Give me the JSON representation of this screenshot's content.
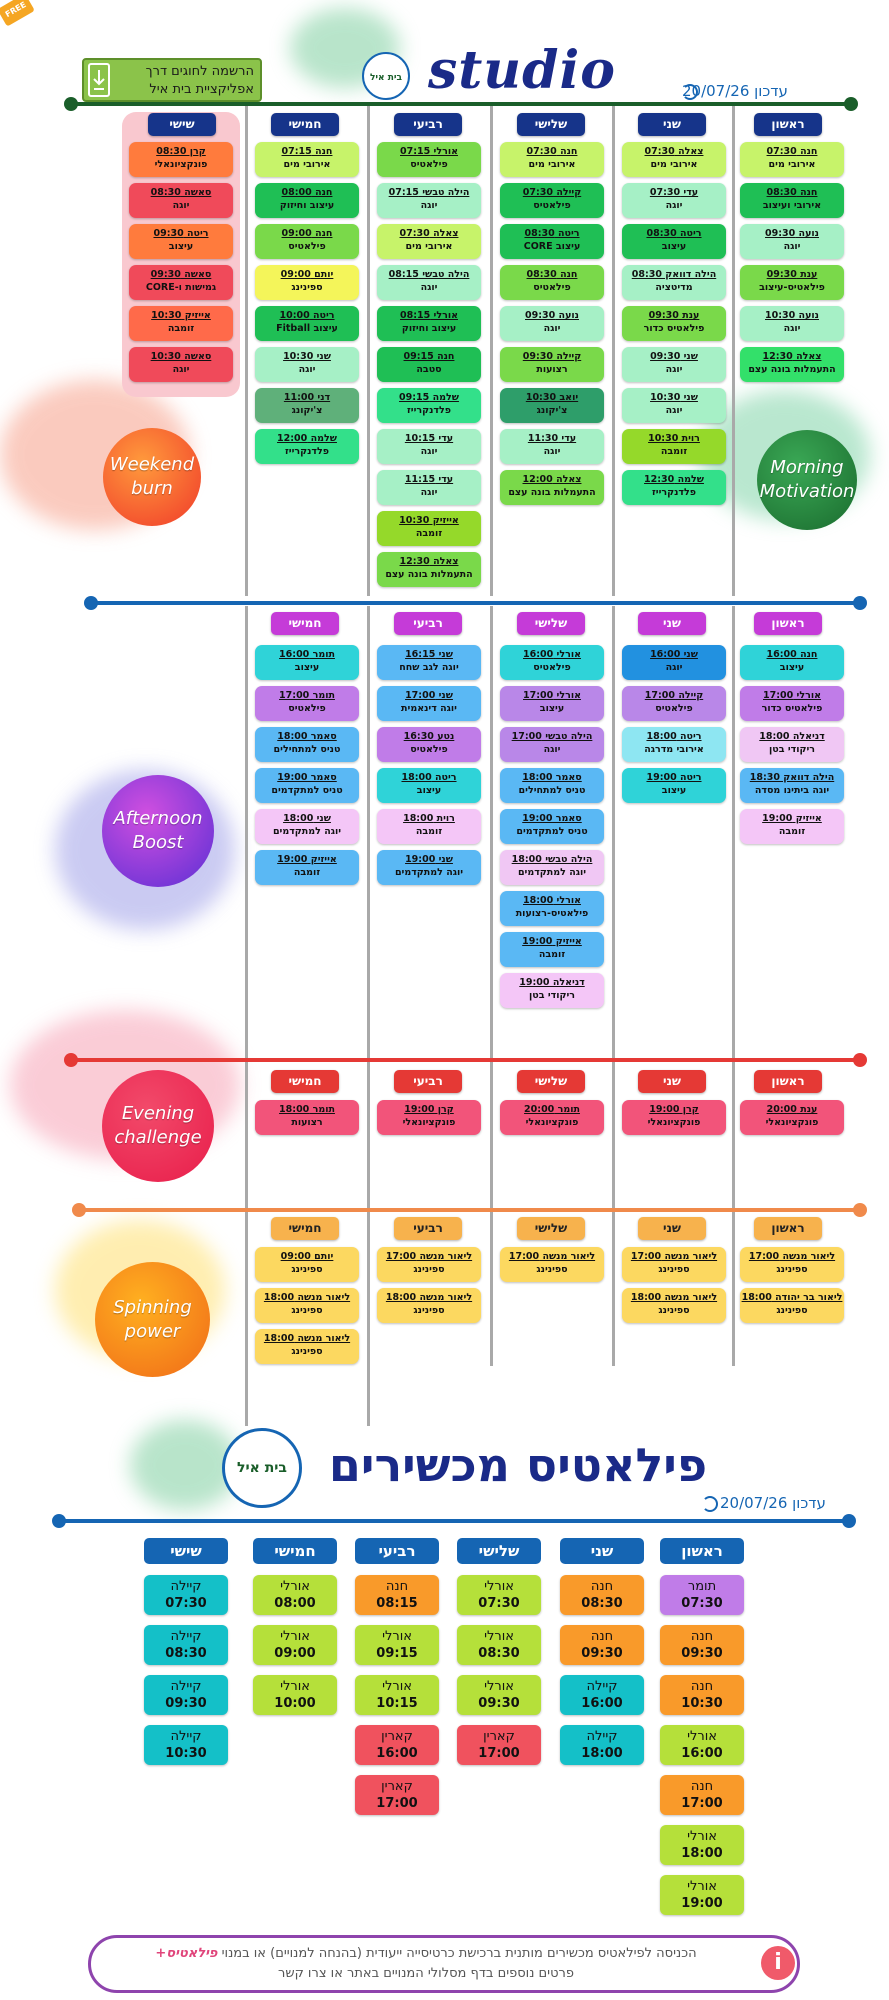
{
  "header": {
    "brand": "studio",
    "updated": "עדכון 20/07/26",
    "register_line1": "הרשמה לחוגים דרך",
    "register_line2": "אפליקציית בית איל",
    "logo_text": "בית איל"
  },
  "days": {
    "sun": "ראשון",
    "mon": "שני",
    "tue": "שלישי",
    "wed": "רביעי",
    "thu": "חמישי",
    "fri": "שישי"
  },
  "sections": {
    "morning": {
      "l1": "Morning",
      "l2": "Motivation"
    },
    "weekend": {
      "l1": "Weekend",
      "l2": "burn"
    },
    "afternoon": {
      "l1": "Afternoon",
      "l2": "Boost"
    },
    "evening": {
      "l1": "Evening",
      "l2": "challenge"
    },
    "spinning": {
      "l1": "Spinning",
      "l2": "power"
    }
  },
  "morning": {
    "sun": [
      {
        "t": "חנה 07:30",
        "c": "אירובי מים"
      },
      {
        "t": "חנה 08:30",
        "c": "אירובי ועיצוב"
      },
      {
        "t": "נועה 09:30",
        "c": "יוגה"
      },
      {
        "t": "ענת 09:30",
        "c": "פילאטיס-עיצוב"
      },
      {
        "t": "נועה 10:30",
        "c": "יוגה"
      },
      {
        "t": "צאלה 12:30",
        "c": "התעמלות בונה עצם"
      }
    ],
    "mon": [
      {
        "t": "צאלה 07:30",
        "c": "אירובי מים"
      },
      {
        "t": "עדי 07:30",
        "c": "יוגה"
      },
      {
        "t": "ריטה 08:30",
        "c": "עיצוב"
      },
      {
        "t": "הילה דוואק 08:30",
        "c": "מדיטציה"
      },
      {
        "t": "ענת 09:30",
        "c": "פילאטיס כדור"
      },
      {
        "t": "שני 09:30",
        "c": "יוגה"
      },
      {
        "t": "שני 10:30",
        "c": "יוגה"
      },
      {
        "t": "רוית 10:30",
        "c": "זומבה"
      },
      {
        "t": "שלמה 12:30",
        "c": "פלדנקרייז"
      }
    ],
    "tue": [
      {
        "t": "חנה 07:30",
        "c": "אירובי מים"
      },
      {
        "t": "קיילה 07:30",
        "c": "פילאטיס"
      },
      {
        "t": "ריטה 08:30",
        "c": "עיצוב CORE"
      },
      {
        "t": "חנה 08:30",
        "c": "פילאטיס"
      },
      {
        "t": "נועה 09:30",
        "c": "יוגה"
      },
      {
        "t": "קיילה 09:30",
        "c": "רצועות"
      },
      {
        "t": "יואב 10:30",
        "c": "צ'יקונג"
      },
      {
        "t": "עדי 11:30",
        "c": "יוגה"
      },
      {
        "t": "צאלה 12:00",
        "c": "התעמלות בונה עצם"
      }
    ],
    "wed": [
      {
        "t": "אורלי 07:15",
        "c": "פילאטיס"
      },
      {
        "t": "הילה טבשי 07:15",
        "c": "יוגה"
      },
      {
        "t": "צאלה 07:30",
        "c": "אירובי מים"
      },
      {
        "t": "הילה טבשי 08:15",
        "c": "יוגה"
      },
      {
        "t": "אורלי 08:15",
        "c": "עיצוב וחיזוק"
      },
      {
        "t": "חנה 09:15",
        "c": "סטבה"
      },
      {
        "t": "שלמה 09:15",
        "c": "פלדנקרייז"
      },
      {
        "t": "עדי 10:15",
        "c": "יוגה"
      },
      {
        "t": "עדי 11:15",
        "c": "יוגה"
      },
      {
        "t": "אייזיק 10:30",
        "c": "זומבה"
      },
      {
        "t": "צאלה 12:30",
        "c": "התעמלות בונה עצם"
      }
    ],
    "thu": [
      {
        "t": "חנה 07:15",
        "c": "אירובי מים"
      },
      {
        "t": "חנה 08:00",
        "c": "עיצוב וחיזוק"
      },
      {
        "t": "חנה 09:00",
        "c": "פילאטיס"
      },
      {
        "t": "יותם 09:00",
        "c": "ספינינג"
      },
      {
        "t": "ריטה 10:00",
        "c": "עיצוב Fitball"
      },
      {
        "t": "שני 10:30",
        "c": "יוגה"
      },
      {
        "t": "דני 11:00",
        "c": "צ'יקונג"
      },
      {
        "t": "שלמה 12:00",
        "c": "פלדנקרייז"
      }
    ],
    "fri": [
      {
        "t": "קרן 08:30",
        "c": "פונקציונאלי"
      },
      {
        "t": "סאשה 08:30",
        "c": "יוגה"
      },
      {
        "t": "ריטה 09:30",
        "c": "עיצוב"
      },
      {
        "t": "סאשה 09:30",
        "c": "גמישות ו-CORE"
      },
      {
        "t": "אייזיק 10:30",
        "c": "זומבה"
      },
      {
        "t": "סאשה 10:30",
        "c": "יוגה"
      }
    ]
  },
  "afternoon": {
    "sun": [
      {
        "t": "חנה 16:00",
        "c": "עיצוב"
      },
      {
        "t": "אורלי 17:00",
        "c": "פילאטיס כדור"
      },
      {
        "t": "דניאלה 18:00",
        "c": "ריקודי בטן"
      },
      {
        "t": "הילה דוואק 18:30",
        "c": "יוגה ביתינו מסדה"
      },
      {
        "t": "אייזיק 19:00",
        "c": "זומבה"
      }
    ],
    "mon": [
      {
        "t": "שני 16:00",
        "c": "יוגה"
      },
      {
        "t": "קיילה 17:00",
        "c": "פילאטיס"
      },
      {
        "t": "ריטה 18:00",
        "c": "אירובי מדרגה"
      },
      {
        "t": "ריטה 19:00",
        "c": "עיצוב"
      }
    ],
    "tue": [
      {
        "t": "אורלי 16:00",
        "c": "פילאטיס"
      },
      {
        "t": "אורלי 17:00",
        "c": "עיצוב"
      },
      {
        "t": "הילה טבשי 17:00",
        "c": "יוגה"
      },
      {
        "t": "סאמר 18:00",
        "c": "טניס למתחילים"
      },
      {
        "t": "סאמר 19:00",
        "c": "טניס למתקדמים"
      },
      {
        "t": "הילה טבשי 18:00",
        "c": "יוגה למתקדמים"
      },
      {
        "t": "אורלי 18:00",
        "c": "פילאטיס-רצועות"
      },
      {
        "t": "אייזיק 19:00",
        "c": "זומבה"
      },
      {
        "t": "דניאלה 19:00",
        "c": "ריקודי בטן"
      }
    ],
    "wed": [
      {
        "t": "שני 16:15",
        "c": "יוגה לגב שחח"
      },
      {
        "t": "שני 17:00",
        "c": "יוגה דינאמית"
      },
      {
        "t": "נטע 16:30",
        "c": "פילאטיס"
      },
      {
        "t": "ריטה 18:00",
        "c": "עיצוב"
      },
      {
        "t": "רוית 18:00",
        "c": "זומבה"
      },
      {
        "t": "שני 19:00",
        "c": "יוגה למתקדמים"
      }
    ],
    "thu": [
      {
        "t": "תומר 16:00",
        "c": "עיצוב"
      },
      {
        "t": "תומר 17:00",
        "c": "פילאטיס"
      },
      {
        "t": "סאמר 18:00",
        "c": "טניס למתחילים"
      },
      {
        "t": "סאמר 19:00",
        "c": "טניס למתקדמים"
      },
      {
        "t": "שני 18:00",
        "c": "יוגה למתקדמים"
      },
      {
        "t": "אייזיק 19:00",
        "c": "זומבה"
      }
    ]
  },
  "free_badge": "FREE",
  "evening": {
    "sun": [
      {
        "t": "ענת 20:00",
        "c": "פונקציונאלי"
      }
    ],
    "mon": [
      {
        "t": "קרן 19:00",
        "c": "פונקציונאלי"
      }
    ],
    "tue": [
      {
        "t": "תומר 20:00",
        "c": "פונקציונאלי"
      }
    ],
    "wed": [
      {
        "t": "קרן 19:00",
        "c": "פונקציונאלי"
      }
    ],
    "thu": [
      {
        "t": "תומר 18:00",
        "c": "רצועות"
      }
    ]
  },
  "spinning": {
    "sun": [
      {
        "t": "ליאור מנשה 17:00",
        "c": "ספינינג"
      },
      {
        "t": "ליאור בר יהודה 18:00",
        "c": "ספינינג"
      }
    ],
    "mon": [
      {
        "t": "ליאור מנשה 17:00",
        "c": "ספינינג"
      },
      {
        "t": "ליאור מנשה 18:00",
        "c": "ספינינג"
      }
    ],
    "tue": [
      {
        "t": "ליאור מנשה 17:00",
        "c": "ספינינג"
      }
    ],
    "wed": [
      {
        "t": "ליאור מנשה 17:00",
        "c": "ספינינג"
      },
      {
        "t": "ליאור מנשה 18:00",
        "c": "ספינינג"
      }
    ],
    "thu": [
      {
        "t": "יותם 09:00",
        "c": "ספינינג"
      },
      {
        "t": "ליאור מנשה 18:00",
        "c": "ספינינג"
      },
      {
        "t": "ליאור מנשה 18:00",
        "c": "ספינינג"
      }
    ]
  },
  "pilates": {
    "title": "פילאטיס מכשירים",
    "updated": "עדכון 20/07/26",
    "sun": [
      {
        "n": "תומר",
        "t": "07:30"
      },
      {
        "n": "חנה",
        "t": "09:30"
      },
      {
        "n": "חנה",
        "t": "10:30"
      },
      {
        "n": "אורלי",
        "t": "16:00"
      },
      {
        "n": "חנה",
        "t": "17:00"
      },
      {
        "n": "אורלי",
        "t": "18:00"
      },
      {
        "n": "אורלי",
        "t": "19:00"
      }
    ],
    "mon": [
      {
        "n": "חנה",
        "t": "08:30"
      },
      {
        "n": "חנה",
        "t": "09:30"
      },
      {
        "n": "קיילה",
        "t": "16:00"
      },
      {
        "n": "קיילה",
        "t": "18:00"
      }
    ],
    "tue": [
      {
        "n": "אורלי",
        "t": "07:30"
      },
      {
        "n": "אורלי",
        "t": "08:30"
      },
      {
        "n": "אורלי",
        "t": "09:30"
      },
      {
        "n": "קארין",
        "t": "17:00"
      }
    ],
    "wed": [
      {
        "n": "חנה",
        "t": "08:15"
      },
      {
        "n": "אורלי",
        "t": "09:15"
      },
      {
        "n": "אורלי",
        "t": "10:15"
      },
      {
        "n": "קארין",
        "t": "16:00"
      },
      {
        "n": "קארין",
        "t": "17:00"
      }
    ],
    "thu": [
      {
        "n": "אורלי",
        "t": "08:00"
      },
      {
        "n": "אורלי",
        "t": "09:00"
      },
      {
        "n": "אורלי",
        "t": "10:00"
      }
    ],
    "fri": [
      {
        "n": "קיילה",
        "t": "07:30"
      },
      {
        "n": "קיילה",
        "t": "08:30"
      },
      {
        "n": "קיילה",
        "t": "09:30"
      },
      {
        "n": "קיילה",
        "t": "10:30"
      }
    ]
  },
  "footer": {
    "line1_a": "הכניסה לפילאטיס מכשירים מותנית ברכישת כרטיסייה ייעודית (בהנחה למנויים) או במנוי",
    "line1_brand": "פילאטיס+",
    "line2": "פרטים נוספים בדף מסלולי המנויים באתר או צרו קשר",
    "info_icon": "i"
  },
  "colors": {
    "green": "#1a5e2a",
    "blue": "#1565b3",
    "red": "#e53935",
    "orange": "#f08a4b"
  }
}
